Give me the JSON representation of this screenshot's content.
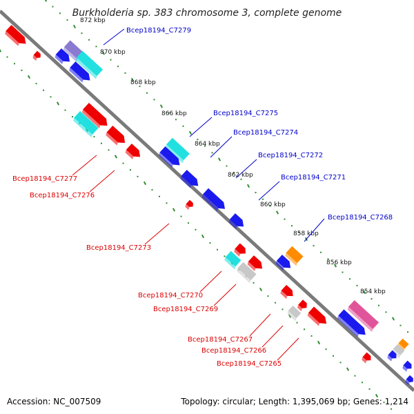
{
  "title": "Burkholderia sp. 383 chromosome 3, complete genome",
  "footer": {
    "accession": "Accession: NC_007509",
    "summary": "Topology: circular; Length: 1,395,069 bp; Genes: 1,214"
  },
  "colors": {
    "backbone": "#7a7a7a",
    "tick_dots": "#2e8b2e",
    "forward_label": "#0000cc",
    "reverse_label": "#dd0000",
    "gene_red": "#ee0000",
    "gene_blue": "#1a1aee",
    "gene_cyan": "#22e0e0",
    "gene_orange": "#ff8c00",
    "gene_gray": "#c8c8c8",
    "gene_purple": "#8a7ad0"
  },
  "scale_labels": [
    "872 kbp",
    "870 kbp",
    "868 kbp",
    "866 kbp",
    "864 kbp",
    "862 kbp",
    "860 kbp",
    "858 kbp",
    "856 kbp",
    "854 kbp"
  ],
  "forward_labels": [
    "Bcep18194_C7279",
    "Bcep18194_C7275",
    "Bcep18194_C7274",
    "Bcep18194_C7272",
    "Bcep18194_C7271",
    "Bcep18194_C7268"
  ],
  "reverse_labels": [
    "Bcep18194_C7277",
    "Bcep18194_C7276",
    "Bcep18194_C7273",
    "Bcep18194_C7270",
    "Bcep18194_C7269",
    "Bcep18194_C7267",
    "Bcep18194_C7266",
    "Bcep18194_C7265"
  ]
}
